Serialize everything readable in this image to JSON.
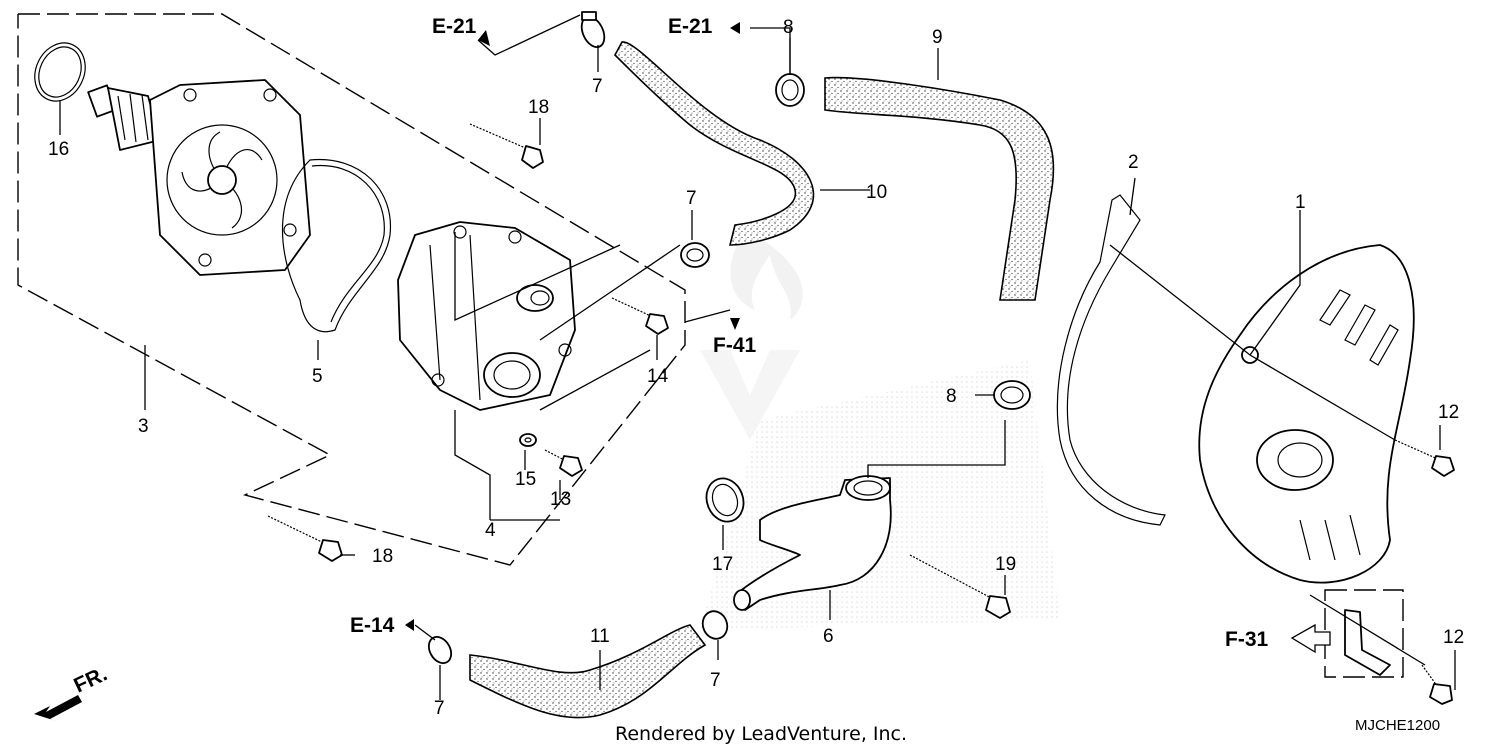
{
  "callouts": {
    "c1": "1",
    "c2": "2",
    "c3": "3",
    "c4": "4",
    "c5": "5",
    "c6": "6",
    "c7a": "7",
    "c7b": "7",
    "c7c": "7",
    "c7d": "7",
    "c8a": "8",
    "c8b": "8",
    "c9": "9",
    "c10": "10",
    "c11": "11",
    "c12a": "12",
    "c12b": "12",
    "c13": "13",
    "c14": "14",
    "c15": "15",
    "c16": "16",
    "c17": "17",
    "c18a": "18",
    "c18b": "18",
    "c19": "19"
  },
  "references": {
    "e21_left": "E-21",
    "e21_right": "E-21",
    "f41": "F-41",
    "e14": "E-14",
    "f31": "F-31",
    "front": "FR."
  },
  "footer": {
    "credit": "Rendered by LeadVenture, Inc.",
    "diagram_code": "MJCHE1200"
  }
}
